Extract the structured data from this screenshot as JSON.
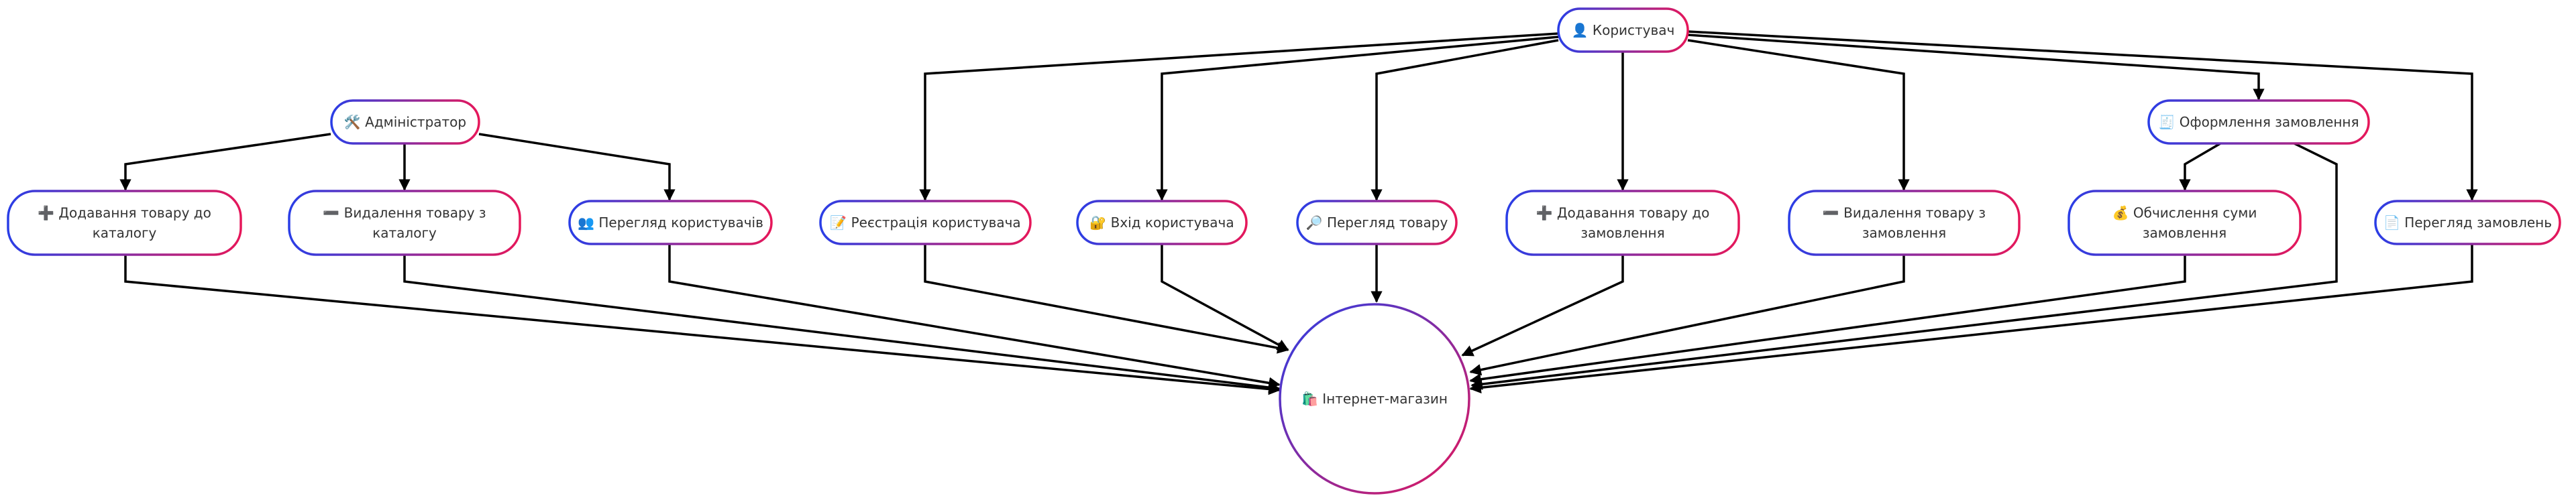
{
  "diagram": {
    "nodes": [
      {
        "id": "user",
        "label": "👤 Користувач"
      },
      {
        "id": "admin",
        "label": "🛠️ Адміністратор"
      },
      {
        "id": "add_catalog",
        "label": "➕ Додавання товару до каталогу"
      },
      {
        "id": "remove_catalog",
        "label": "➖ Видалення товару з каталогу"
      },
      {
        "id": "view_users",
        "label": "👥 Перегляд користувачів"
      },
      {
        "id": "register",
        "label": "📝 Реєстрація користувача"
      },
      {
        "id": "login",
        "label": "🔐 Вхід користувача"
      },
      {
        "id": "view_product",
        "label": "🔎 Перегляд товару"
      },
      {
        "id": "add_order",
        "label": "➕ Додавання товару до замовлення"
      },
      {
        "id": "remove_order",
        "label": "➖ Видалення товару з замовлення"
      },
      {
        "id": "checkout",
        "label": "🧾 Оформлення замовлення"
      },
      {
        "id": "calc_sum",
        "label": "💰 Обчислення суми замовлення"
      },
      {
        "id": "view_orders",
        "label": "📄 Перегляд замовлень"
      },
      {
        "id": "shop",
        "label": "🛍️ Інтернет-магазин"
      }
    ],
    "edges": [
      {
        "from": "admin",
        "to": "add_catalog"
      },
      {
        "from": "admin",
        "to": "remove_catalog"
      },
      {
        "from": "admin",
        "to": "view_users"
      },
      {
        "from": "user",
        "to": "register"
      },
      {
        "from": "user",
        "to": "login"
      },
      {
        "from": "user",
        "to": "view_product"
      },
      {
        "from": "user",
        "to": "add_order"
      },
      {
        "from": "user",
        "to": "remove_order"
      },
      {
        "from": "user",
        "to": "checkout"
      },
      {
        "from": "user",
        "to": "view_orders"
      },
      {
        "from": "checkout",
        "to": "calc_sum"
      },
      {
        "from": "checkout",
        "to": "shop"
      },
      {
        "from": "add_catalog",
        "to": "shop"
      },
      {
        "from": "remove_catalog",
        "to": "shop"
      },
      {
        "from": "view_users",
        "to": "shop"
      },
      {
        "from": "register",
        "to": "shop"
      },
      {
        "from": "login",
        "to": "shop"
      },
      {
        "from": "view_product",
        "to": "shop"
      },
      {
        "from": "add_order",
        "to": "shop"
      },
      {
        "from": "remove_order",
        "to": "shop"
      },
      {
        "from": "calc_sum",
        "to": "shop"
      },
      {
        "from": "view_orders",
        "to": "shop"
      }
    ],
    "colors": {
      "gradient_start": "#2a3ee6",
      "gradient_end": "#e6175a",
      "edge": "#000000",
      "text": "#333333",
      "background": "#ffffff"
    }
  }
}
